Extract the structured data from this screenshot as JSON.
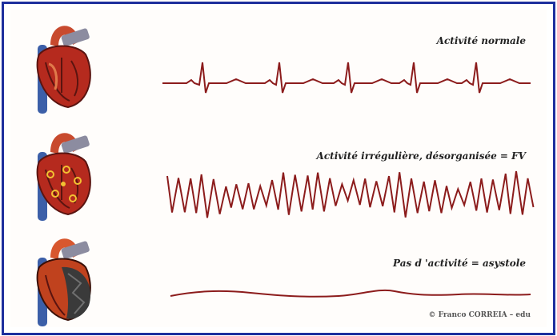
{
  "panels": [
    {
      "caption": "Activité normale",
      "rhythm": "normal"
    },
    {
      "caption": "Activité irrégulière, désorganisée = FV",
      "rhythm": "fibrillation"
    },
    {
      "caption": "Pas d 'activité = asystole",
      "rhythm": "asystole"
    }
  ],
  "credit": "© Franco CORREIA – edu",
  "colors": {
    "frame": "#1d2f9e",
    "trace": "#8c1c1c",
    "heart_red": "#b52a1e",
    "heart_dark": "#5a1410",
    "vessel_blue": "#3c5fa8",
    "vessel_grey": "#8c8ca0",
    "necrosis": "#3a3a3a"
  }
}
